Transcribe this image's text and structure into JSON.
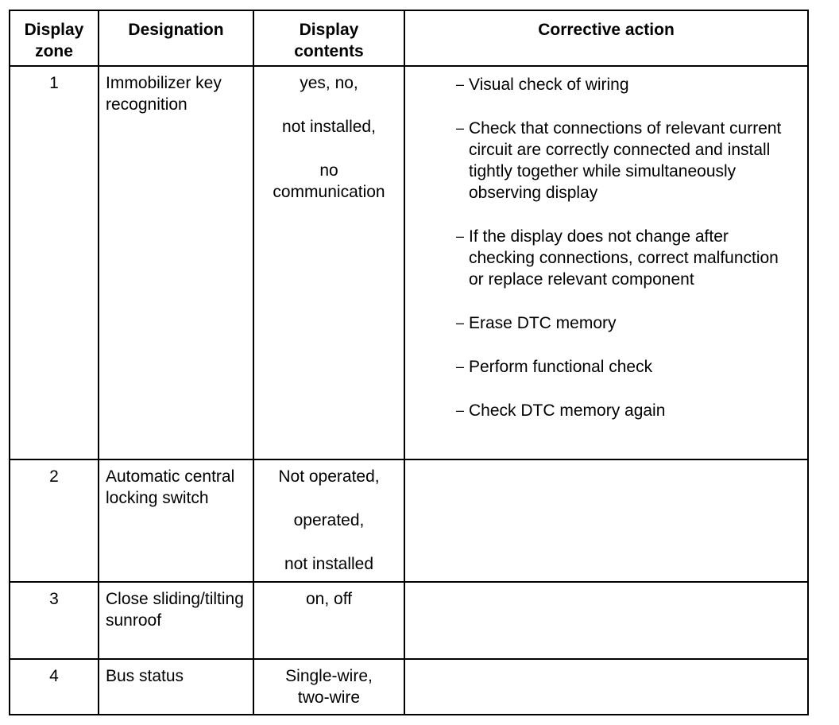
{
  "table": {
    "headers": [
      "Display\nzone",
      "Designation",
      "Display\ncontents",
      "Corrective action"
    ],
    "rows": [
      {
        "zone": "1",
        "designation": "Immobilizer key recognition",
        "contents": [
          "yes, no,",
          "not installed,",
          "no",
          "communication"
        ],
        "actions": [
          "Visual check of wiring",
          "Check that connections of relevant current circuit are correctly connected and install tightly together while simultaneously observing display",
          "If the display does not change after checking connections, correct malfunction or replace relevant component",
          "Erase DTC memory",
          "Perform functional check",
          "Check DTC memory again"
        ]
      },
      {
        "zone": "2",
        "designation": "Automatic central locking switch",
        "contents": [
          "Not operated,",
          "operated,",
          "not installed"
        ],
        "actions": []
      },
      {
        "zone": "3",
        "designation": "Close sliding/tilting sunroof",
        "contents": [
          "on, off"
        ],
        "actions": []
      },
      {
        "zone": "4",
        "designation": "Bus status",
        "contents": [
          "Single-wire,",
          "two-wire"
        ],
        "actions": []
      }
    ],
    "dash_symbol": "–"
  }
}
